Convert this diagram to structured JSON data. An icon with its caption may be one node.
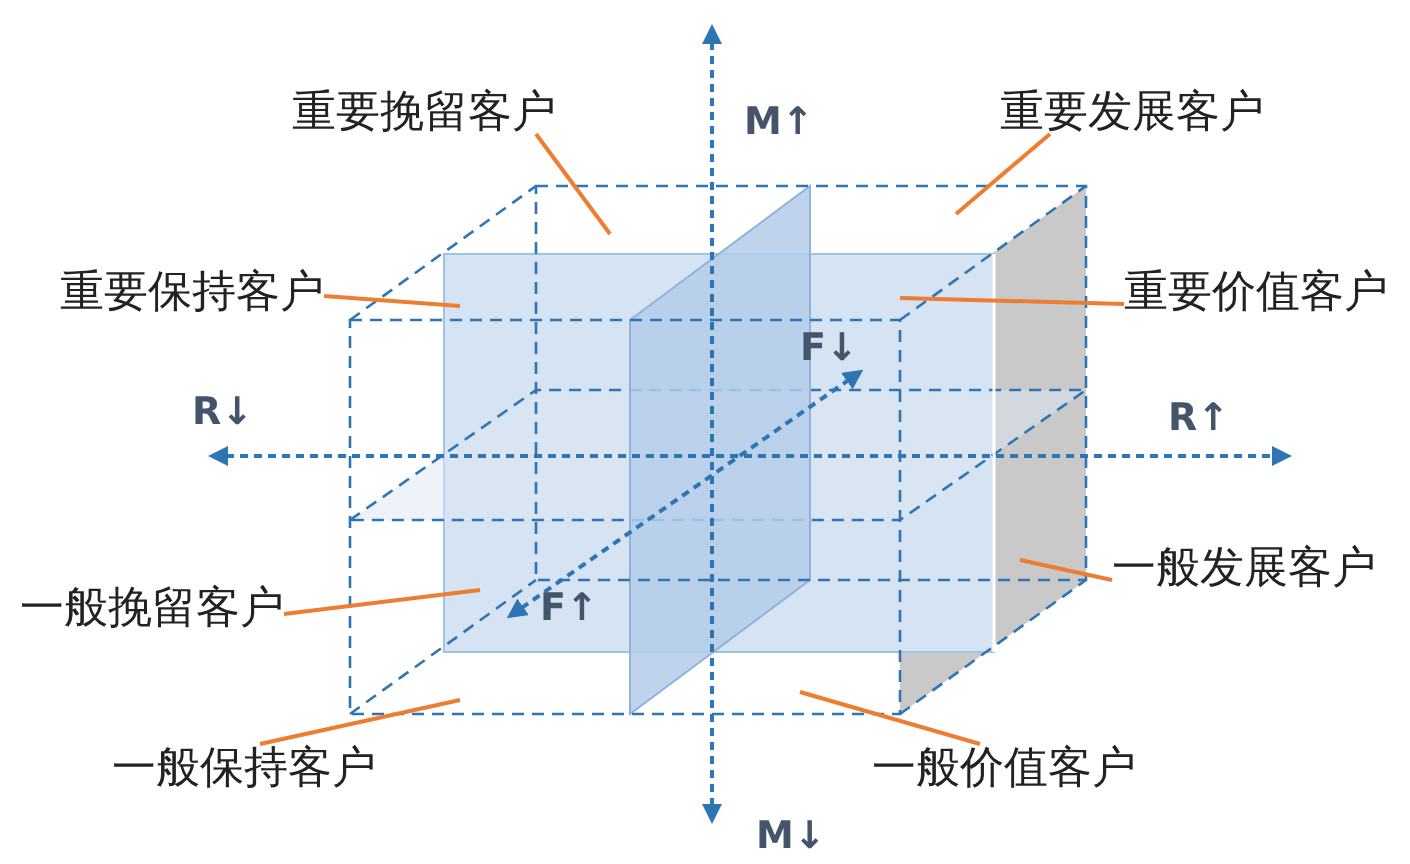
{
  "diagram": {
    "nodes": [
      {
        "text": [
          "重要挽留客户"
        ]
      },
      {
        "text": [
          "重要发展客户"
        ]
      },
      {
        "text": [
          "重要保持客户"
        ]
      },
      {
        "text": [
          "重要价值客户"
        ]
      },
      {
        "text": [
          "一般挽留客户"
        ]
      },
      {
        "text": [
          "一般发展客户"
        ]
      },
      {
        "text": [
          "一般保持客户"
        ]
      },
      {
        "text": [
          "一般价值客户"
        ]
      }
    ],
    "edges": [
      {
        "from": 0,
        "to": null,
        "arrow": "none"
      },
      {
        "from": 1,
        "to": null,
        "arrow": "none"
      },
      {
        "from": 2,
        "to": null,
        "arrow": "none"
      },
      {
        "from": 3,
        "to": null,
        "arrow": "none"
      },
      {
        "from": 4,
        "to": null,
        "arrow": "none"
      },
      {
        "from": 5,
        "to": null,
        "arrow": "none"
      },
      {
        "from": 6,
        "to": null,
        "arrow": "none"
      },
      {
        "from": 7,
        "to": null,
        "arrow": "none"
      }
    ],
    "labels": [
      "M↑",
      "F↓",
      "R↓",
      "R↑",
      "F↑",
      "M↓"
    ]
  }
}
